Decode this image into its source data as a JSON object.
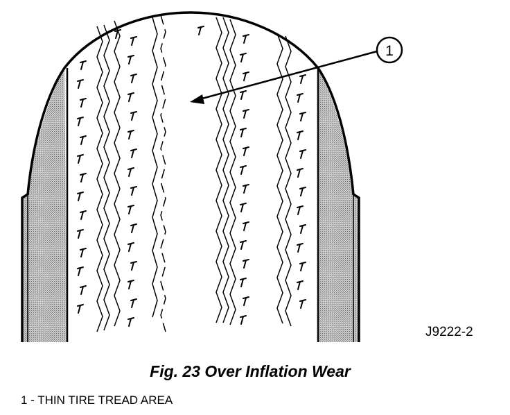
{
  "diagram": {
    "callout_number": "1",
    "figure_code": "J9222-2"
  },
  "caption": {
    "figure_title": "Fig. 23 Over Inflation Wear"
  },
  "legend": {
    "items": [
      {
        "text": "1 - THIN TIRE TREAD AREA"
      }
    ]
  },
  "colors": {
    "ink": "#000000",
    "sidewall_shade": "#a8a8a8",
    "background": "#ffffff"
  }
}
